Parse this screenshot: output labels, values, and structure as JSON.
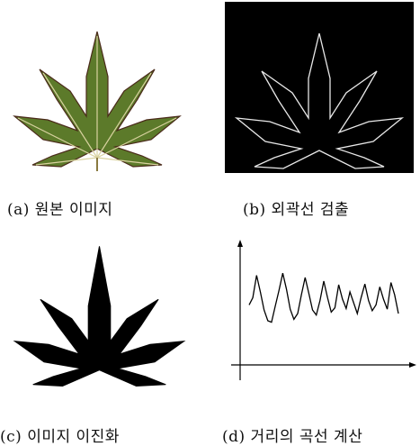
{
  "panels": [
    {
      "id": "a",
      "caption": "(a) 원본 이미지"
    },
    {
      "id": "b",
      "caption": "(b) 외곽선 검출"
    },
    {
      "id": "c",
      "caption": "(c) 이미지 이진화"
    },
    {
      "id": "d",
      "caption": "(d) 거리의 곡선 계산"
    }
  ],
  "colors": {
    "leaf_green": "#5c7a2a",
    "leaf_dark": "#3e5a1a",
    "leaf_vein": "#d9d2a0",
    "edge_bg": "#000000",
    "edge_line": "#e8e8e8",
    "binary_fill": "#000000"
  },
  "chart_data": {
    "type": "line",
    "title": "",
    "xlabel": "",
    "ylabel": "",
    "x": [
      0,
      1,
      2,
      3,
      4,
      5,
      6,
      7,
      8,
      9,
      10,
      11,
      12,
      13,
      14,
      15,
      16,
      17,
      18,
      19,
      20,
      21,
      22,
      23,
      24,
      25,
      26,
      27,
      28,
      29,
      30,
      31,
      32,
      33,
      34,
      35,
      36,
      37,
      38,
      39,
      40
    ],
    "series": [
      {
        "values": [
          0.52,
          0.62,
          0.93,
          0.7,
          0.45,
          0.3,
          0.28,
          0.5,
          0.72,
          0.96,
          0.74,
          0.46,
          0.32,
          0.4,
          0.66,
          0.9,
          0.68,
          0.45,
          0.38,
          0.58,
          0.85,
          0.62,
          0.42,
          0.48,
          0.8,
          0.6,
          0.47,
          0.7,
          0.55,
          0.4,
          0.62,
          0.81,
          0.58,
          0.44,
          0.52,
          0.77,
          0.6,
          0.46,
          0.83,
          0.66,
          0.4
        ]
      }
    ],
    "grid": false,
    "legend": "none"
  }
}
